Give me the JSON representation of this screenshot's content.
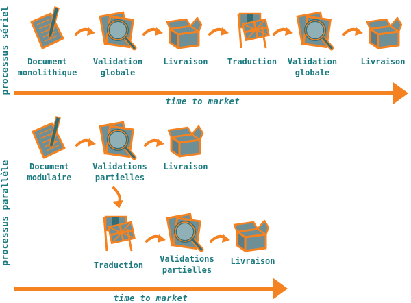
{
  "serial": {
    "title": "processus sériel",
    "steps": [
      {
        "label": "Document\nmonolithique",
        "icon": "document-pencil-icon"
      },
      {
        "label": "Validation\nglobale",
        "icon": "magnifier-icon"
      },
      {
        "label": "Livraison",
        "icon": "open-box-icon"
      },
      {
        "label": "Traduction",
        "icon": "flags-icon"
      },
      {
        "label": "Validation\nglobale",
        "icon": "magnifier-icon"
      },
      {
        "label": "Livraison",
        "icon": "open-box-icon"
      }
    ],
    "axis_label": "time to market"
  },
  "parallel": {
    "title": "processus parallèle",
    "row1": [
      {
        "label": "Document\nmodulaire",
        "icon": "document-pencil-icon"
      },
      {
        "label": "Validations\npartielles",
        "icon": "magnifier-icon"
      },
      {
        "label": "Livraison",
        "icon": "open-box-icon"
      }
    ],
    "row2": [
      {
        "label": "Traduction",
        "icon": "flags-icon"
      },
      {
        "label": "Validations\npartielles",
        "icon": "magnifier-icon"
      },
      {
        "label": "Livraison",
        "icon": "open-box-icon"
      }
    ],
    "axis_label": "time to market"
  },
  "colors": {
    "accent": "#f58220",
    "text": "#1a7a80",
    "icon_fill": "#6f8f97"
  }
}
